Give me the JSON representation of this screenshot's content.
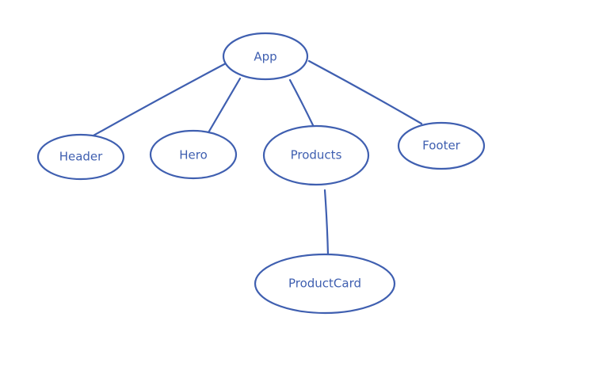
{
  "diagram": {
    "nodes": [
      {
        "id": "app",
        "label": "App"
      },
      {
        "id": "header",
        "label": "Header"
      },
      {
        "id": "hero",
        "label": "Hero"
      },
      {
        "id": "products",
        "label": "Products"
      },
      {
        "id": "footer",
        "label": "Footer"
      },
      {
        "id": "productcard",
        "label": "ProductCard"
      }
    ],
    "edges": [
      {
        "from": "app",
        "to": "header"
      },
      {
        "from": "app",
        "to": "hero"
      },
      {
        "from": "app",
        "to": "products"
      },
      {
        "from": "app",
        "to": "footer"
      },
      {
        "from": "products",
        "to": "productcard"
      }
    ],
    "stroke_color": "#3f5fb0"
  }
}
